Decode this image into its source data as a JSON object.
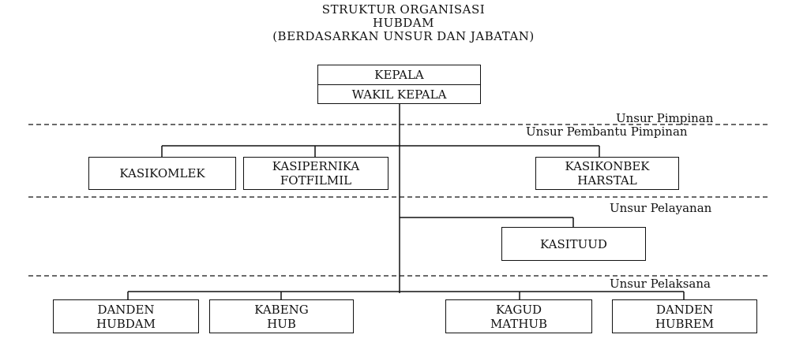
{
  "title": {
    "line1": "STRUKTUR ORGANISASI",
    "line2": "HUBDAM",
    "line3": "(BERDASARKAN UNSUR DAN JABATAN)"
  },
  "head": {
    "top": "KEPALA",
    "bottom": "WAKIL KEPALA"
  },
  "zones": {
    "pimpinan": "Unsur Pimpinan",
    "pembantu": "Unsur Pembantu Pimpinan",
    "pelayanan": "Unsur Pelayanan",
    "pelaksana": "Unsur Pelaksana"
  },
  "pembantu_units": [
    {
      "line1": "KASIKOMLEK",
      "line2": ""
    },
    {
      "line1": "KASIPERNIKA",
      "line2": "FOTFILMIL"
    },
    {
      "line1": "KASIKONBEK",
      "line2": "HARSTAL"
    }
  ],
  "pelayanan_units": [
    {
      "line1": "KASITUUD",
      "line2": ""
    }
  ],
  "pelaksana_units": [
    {
      "line1": "DANDEN",
      "line2": "HUBDAM"
    },
    {
      "line1": "KABENG",
      "line2": "HUB"
    },
    {
      "line1": "KAGUD",
      "line2": "MATHUB"
    },
    {
      "line1": "DANDEN",
      "line2": "HUBREM"
    }
  ]
}
